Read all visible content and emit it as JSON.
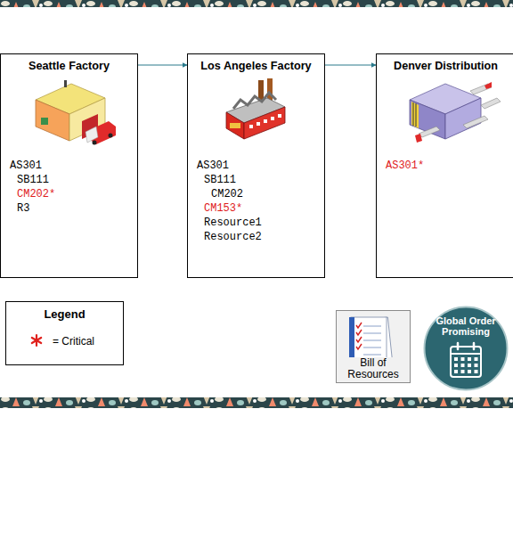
{
  "diagram": {
    "nodes": [
      {
        "text": [
          "Seattle Factory",
          "AS301",
          "SB111",
          "CM202*",
          "R3"
        ]
      },
      {
        "text": [
          "Los Angeles Factory",
          "AS301",
          "SB111",
          "CM202",
          "CM153*",
          "Resource1",
          "Resource2"
        ]
      },
      {
        "text": [
          "Denver Distribution",
          "AS301*"
        ]
      },
      {
        "text": [
          "Legend"
        ]
      },
      {
        "text": [
          "Bill of Resources"
        ]
      },
      {
        "text": [
          "Global Order Promising"
        ]
      }
    ],
    "edges": [
      {
        "from": 0,
        "to": 1,
        "arrow": "to"
      },
      {
        "from": 1,
        "to": 2,
        "arrow": "to"
      }
    ],
    "legend": [
      {
        "text": "= Critical"
      }
    ]
  }
}
